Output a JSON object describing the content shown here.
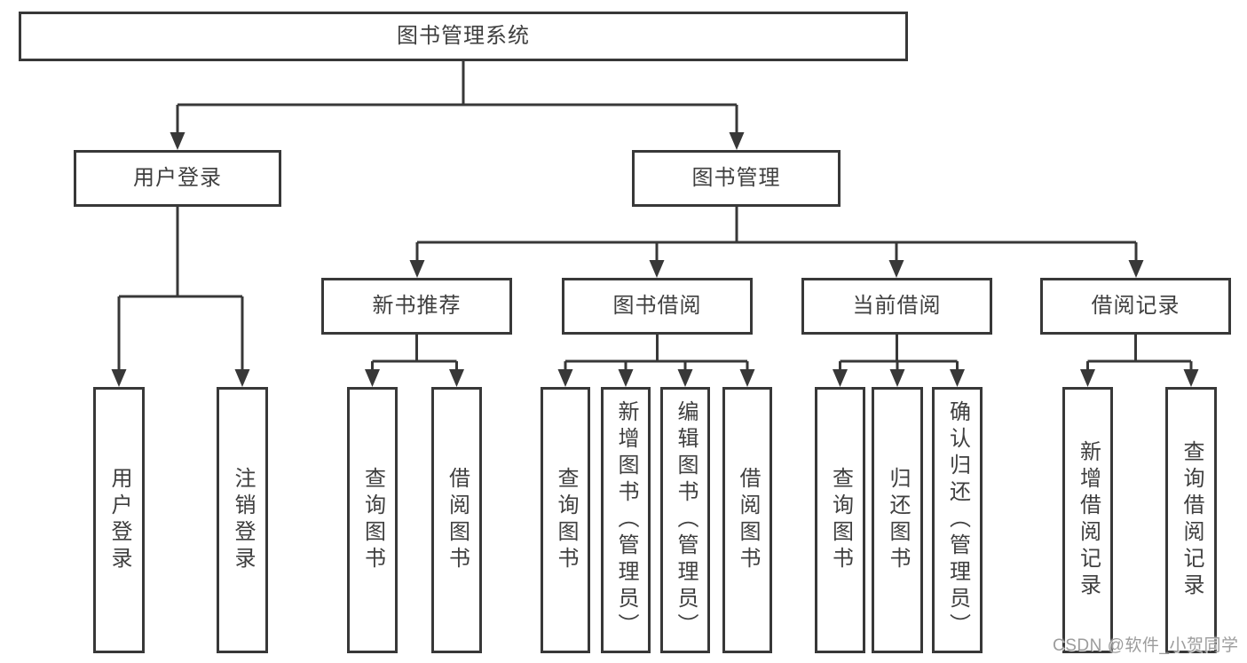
{
  "diagram": {
    "root": {
      "label": "图书管理系统",
      "children": [
        {
          "label": "用户登录",
          "children": [
            {
              "label": "用户登录"
            },
            {
              "label": "注销登录"
            }
          ]
        },
        {
          "label": "图书管理",
          "children": [
            {
              "label": "新书推荐",
              "children": [
                {
                  "label": "查询图书"
                },
                {
                  "label": "借阅图书"
                }
              ]
            },
            {
              "label": "图书借阅",
              "children": [
                {
                  "label": "查询图书"
                },
                {
                  "label": "新增图书（管理员）"
                },
                {
                  "label": "编辑图书（管理员）"
                },
                {
                  "label": "借阅图书"
                }
              ]
            },
            {
              "label": "当前借阅",
              "children": [
                {
                  "label": "查询图书"
                },
                {
                  "label": "归还图书"
                },
                {
                  "label": "确认归还（管理员）"
                }
              ]
            },
            {
              "label": "借阅记录",
              "children": [
                {
                  "label": "新增借阅记录"
                },
                {
                  "label": "查询借阅记录"
                }
              ]
            }
          ]
        }
      ]
    },
    "colors": {
      "line": "#383838",
      "text": "#3f3f3f",
      "box_background": "#ffffff",
      "page_background": "#ffffff",
      "watermark": "#9c9c9c"
    }
  },
  "watermark": {
    "text": "CSDN @软件_小贺同学"
  }
}
